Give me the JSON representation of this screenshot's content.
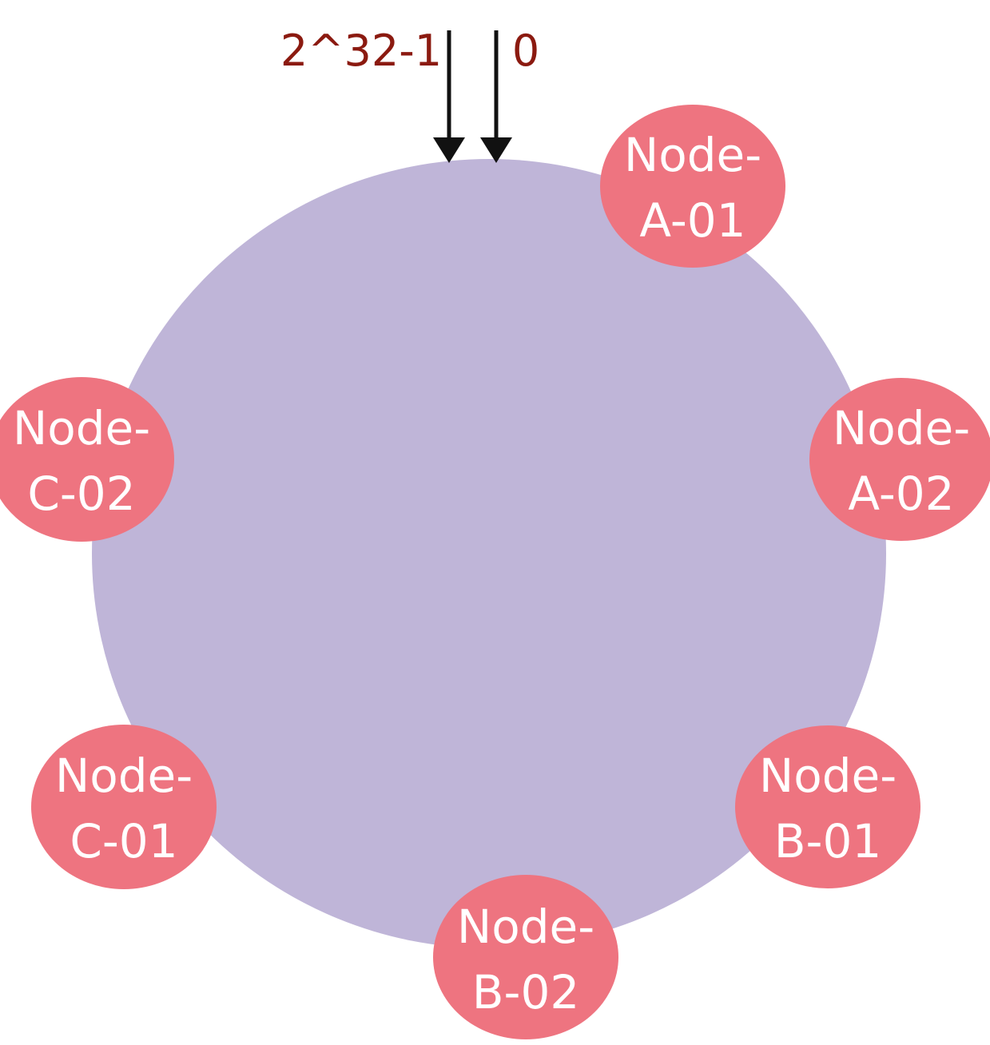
{
  "ring": {
    "color": "#bfb5d8"
  },
  "markers": {
    "end_label": "2^32-1",
    "start_label": "0",
    "label_color": "#8b1a10",
    "arrow_color": "#111111"
  },
  "node_color": "#ee7480",
  "nodes": [
    {
      "name": "node-a-01",
      "line1": "Node-",
      "line2": "A-01"
    },
    {
      "name": "node-a-02",
      "line1": "Node-",
      "line2": "A-02"
    },
    {
      "name": "node-b-01",
      "line1": "Node-",
      "line2": "B-01"
    },
    {
      "name": "node-b-02",
      "line1": "Node-",
      "line2": "B-02"
    },
    {
      "name": "node-c-01",
      "line1": "Node-",
      "line2": "C-01"
    },
    {
      "name": "node-c-02",
      "line1": "Node-",
      "line2": "C-02"
    }
  ]
}
